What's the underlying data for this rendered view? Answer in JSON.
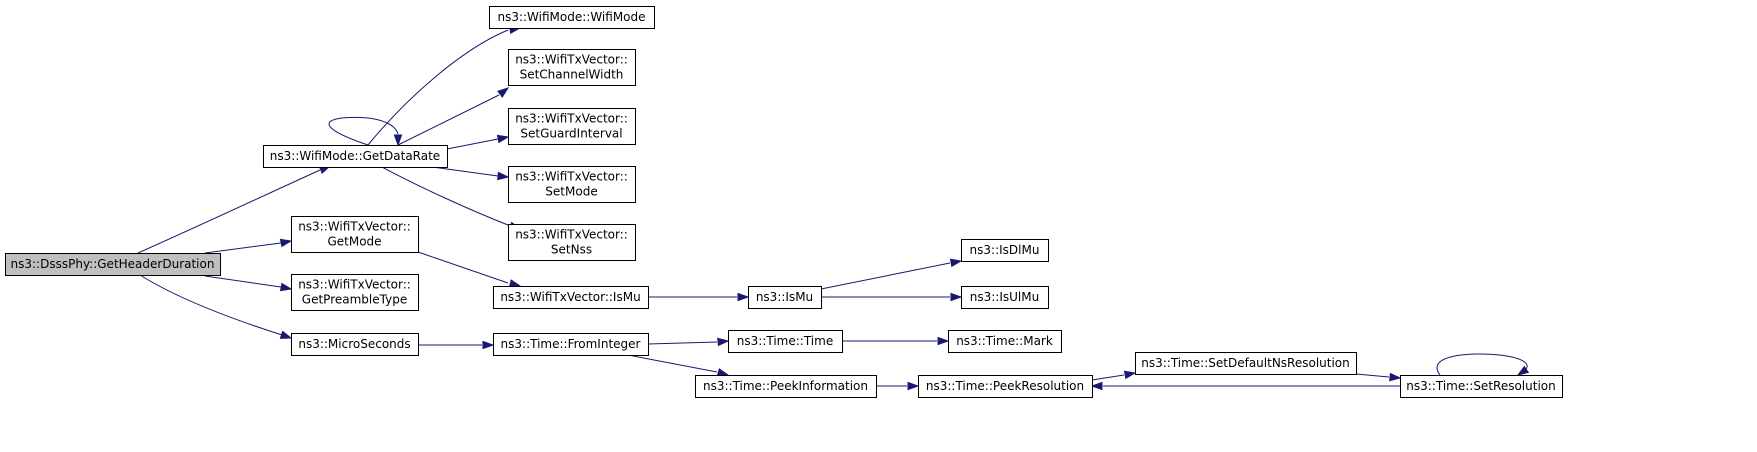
{
  "colors": {
    "edge": "#191970",
    "node_fill": "#ffffff",
    "root_fill": "#bfbfbf",
    "node_border": "#000000"
  },
  "nodes": {
    "getheaderduration": {
      "lines": [
        "ns3::DsssPhy::GetHeaderDuration"
      ],
      "root": true
    },
    "getdatarate": {
      "lines": [
        "ns3::WifiMode::GetDataRate"
      ]
    },
    "getmode": {
      "lines": [
        "ns3::WifiTxVector::",
        "GetMode"
      ]
    },
    "getpreambletype": {
      "lines": [
        "ns3::WifiTxVector::",
        "GetPreambleType"
      ]
    },
    "microseconds": {
      "lines": [
        "ns3::MicroSeconds"
      ]
    },
    "wifimode": {
      "lines": [
        "ns3::WifiMode::WifiMode"
      ]
    },
    "setchannelwidth": {
      "lines": [
        "ns3::WifiTxVector::",
        "SetChannelWidth"
      ]
    },
    "setguardinterval": {
      "lines": [
        "ns3::WifiTxVector::",
        "SetGuardInterval"
      ]
    },
    "setmode": {
      "lines": [
        "ns3::WifiTxVector::",
        "SetMode"
      ]
    },
    "setnss": {
      "lines": [
        "ns3::WifiTxVector::",
        "SetNss"
      ]
    },
    "txismu": {
      "lines": [
        "ns3::WifiTxVector::IsMu"
      ]
    },
    "ismu": {
      "lines": [
        "ns3::IsMu"
      ]
    },
    "isdlmu": {
      "lines": [
        "ns3::IsDlMu"
      ]
    },
    "isulmu": {
      "lines": [
        "ns3::IsUlMu"
      ]
    },
    "frominteger": {
      "lines": [
        "ns3::Time::FromInteger"
      ]
    },
    "timetime": {
      "lines": [
        "ns3::Time::Time"
      ]
    },
    "timemark": {
      "lines": [
        "ns3::Time::Mark"
      ]
    },
    "peekinformation": {
      "lines": [
        "ns3::Time::PeekInformation"
      ]
    },
    "peekresolution": {
      "lines": [
        "ns3::Time::PeekResolution"
      ]
    },
    "setdefaultnsresolution": {
      "lines": [
        "ns3::Time::SetDefaultNsResolution"
      ]
    },
    "setresolution": {
      "lines": [
        "ns3::Time::SetResolution"
      ]
    }
  },
  "edges": [
    {
      "from": "getheaderduration",
      "to": "getdatarate"
    },
    {
      "from": "getheaderduration",
      "to": "getmode"
    },
    {
      "from": "getheaderduration",
      "to": "getpreambletype"
    },
    {
      "from": "getheaderduration",
      "to": "microseconds"
    },
    {
      "from": "getdatarate",
      "to": "getdatarate"
    },
    {
      "from": "getdatarate",
      "to": "wifimode"
    },
    {
      "from": "getdatarate",
      "to": "setchannelwidth"
    },
    {
      "from": "getdatarate",
      "to": "setguardinterval"
    },
    {
      "from": "getdatarate",
      "to": "setmode"
    },
    {
      "from": "getdatarate",
      "to": "setnss"
    },
    {
      "from": "getmode",
      "to": "txismu"
    },
    {
      "from": "txismu",
      "to": "ismu"
    },
    {
      "from": "ismu",
      "to": "isdlmu"
    },
    {
      "from": "ismu",
      "to": "isulmu"
    },
    {
      "from": "microseconds",
      "to": "frominteger"
    },
    {
      "from": "frominteger",
      "to": "timetime"
    },
    {
      "from": "frominteger",
      "to": "peekinformation"
    },
    {
      "from": "timetime",
      "to": "timemark"
    },
    {
      "from": "peekinformation",
      "to": "peekresolution"
    },
    {
      "from": "peekresolution",
      "to": "setdefaultnsresolution"
    },
    {
      "from": "setdefaultnsresolution",
      "to": "setresolution"
    },
    {
      "from": "setresolution",
      "to": "peekresolution"
    },
    {
      "from": "setresolution",
      "to": "setresolution"
    }
  ]
}
